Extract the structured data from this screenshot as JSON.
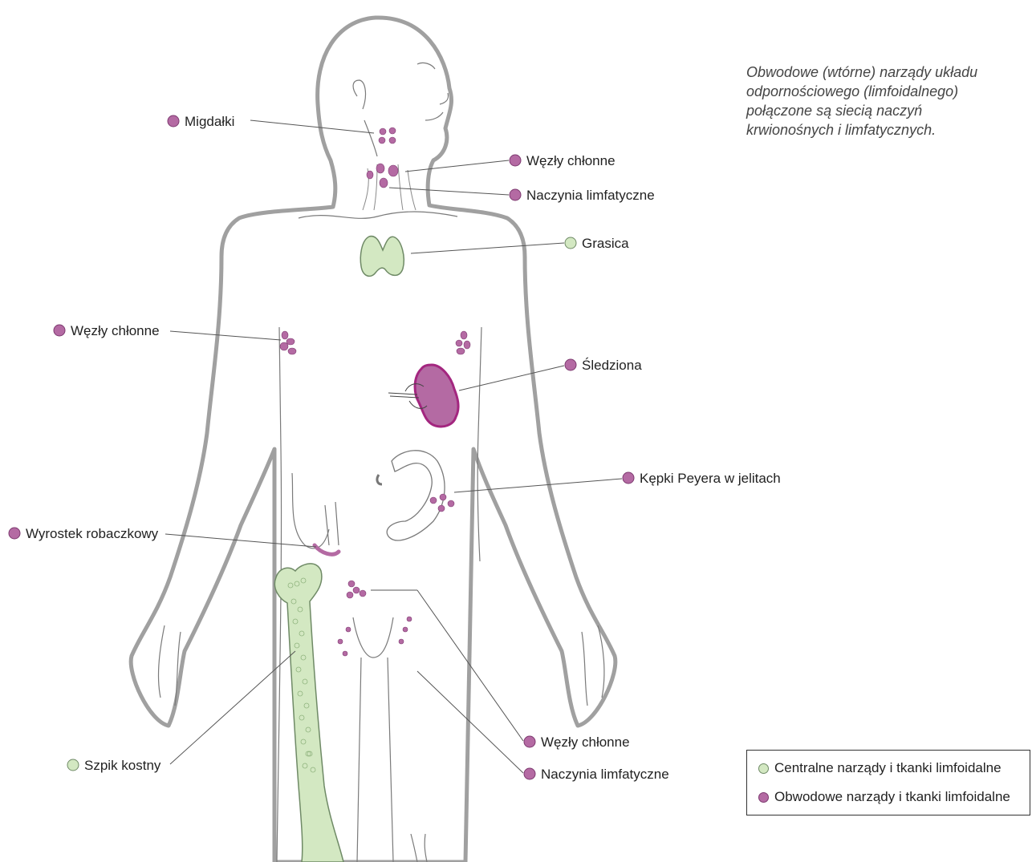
{
  "colors": {
    "central": "#d3e8c2",
    "central_stroke": "#6f8a66",
    "peripheral": "#b46aa3",
    "peripheral_stroke": "#7d3a70",
    "spleen_rim": "#a3267f",
    "body_outline": "#a0a0a0"
  },
  "note": {
    "lines": [
      "Obwodowe (wtórne) narządy układu",
      "odpornościowego (limfoidalnego)",
      "połączone są siecią naczyń",
      "krwionośnych i limfatycznych."
    ]
  },
  "labels": {
    "tonsils": "Migdałki",
    "neck_nodes": "Węzły chłonne",
    "neck_vessels": "Naczynia limfatyczne",
    "thymus": "Grasica",
    "axillary_nodes": "Węzły chłonne",
    "spleen": "Śledziona",
    "peyer": "Kępki Peyera w jelitach",
    "appendix": "Wyrostek robaczkowy",
    "bone_marrow": "Szpik kostny",
    "groin_nodes": "Węzły chłonne",
    "groin_vessels": "Naczynia limfatyczne"
  },
  "legend": {
    "central": "Centralne narządy i tkanki limfoidalne",
    "peripheral": "Obwodowe narządy i tkanki limfoidalne"
  }
}
